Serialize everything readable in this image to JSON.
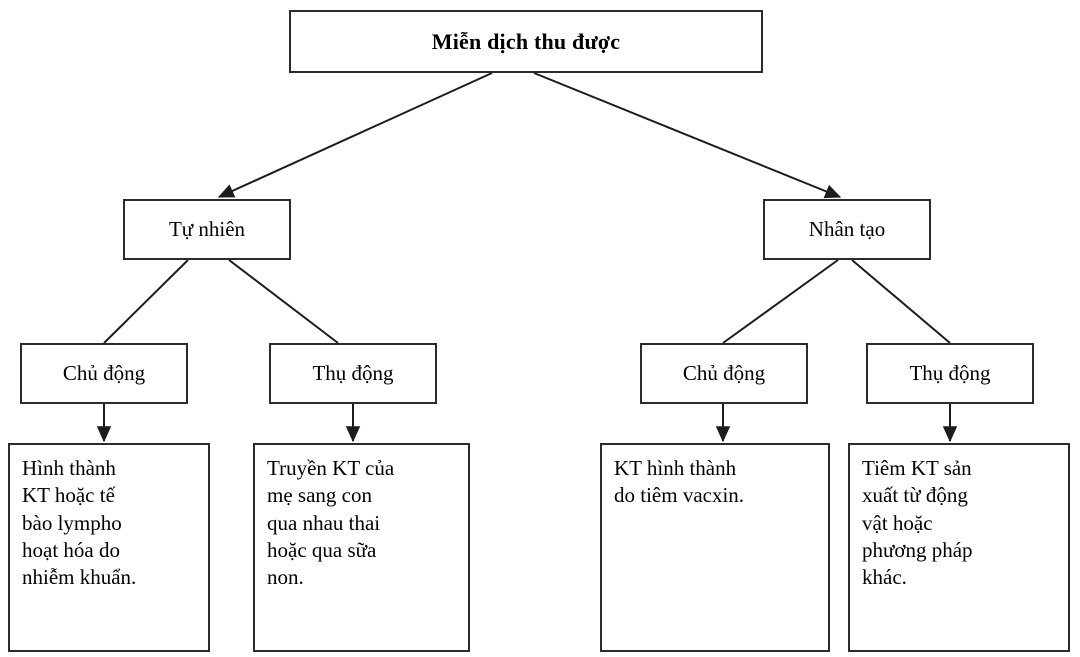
{
  "diagram": {
    "title_label": "Miễn dịch thu được",
    "type": "hierarchy-tree",
    "background_color": "#ffffff",
    "line_color": "#2b2b2b",
    "text_color": "#000000",
    "nodes": {
      "root": {
        "label": "Miễn dịch thu được"
      },
      "natural": {
        "label": "Tự nhiên"
      },
      "artificial": {
        "label": "Nhân tạo"
      },
      "natural_active": {
        "label": "Chủ động"
      },
      "natural_passive": {
        "label": "Thụ động"
      },
      "artificial_active": {
        "label": "Chủ động"
      },
      "artificial_passive": {
        "label": "Thụ động"
      },
      "leaf_natural_active": {
        "label": "Hình thành\nKT hoặc tế\nbào lympho\nhoạt hóa do\nnhiễm khuẩn."
      },
      "leaf_natural_passive": {
        "label": "Truyền KT của\nmẹ sang con\nqua nhau thai\nhoặc qua sữa\nnon."
      },
      "leaf_artificial_active": {
        "label": "KT hình thành\ndo tiêm vacxin."
      },
      "leaf_artificial_passive": {
        "label": "Tiêm KT sản\nxuất từ động\nvật hoặc\nphương pháp\nkhác."
      }
    }
  }
}
